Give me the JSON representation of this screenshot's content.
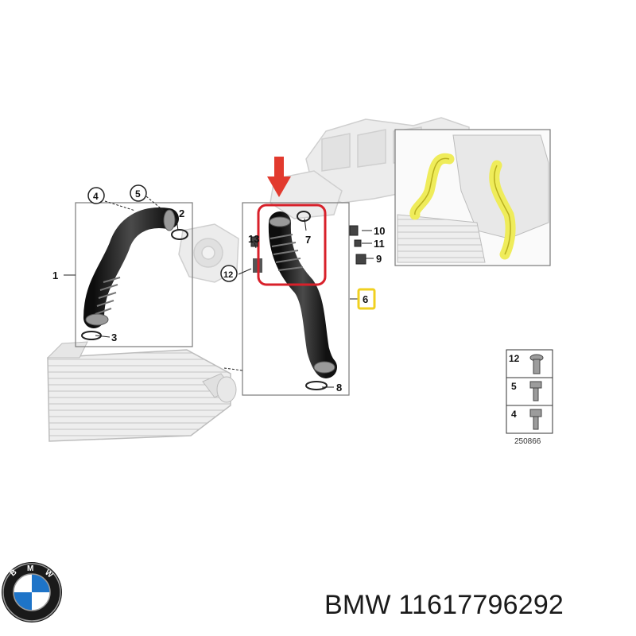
{
  "callouts": {
    "c1": "1",
    "c2": "2",
    "c3": "3",
    "c4": "4",
    "c5": "5",
    "c6": "6",
    "c7": "7",
    "c8": "8",
    "c9": "9",
    "c10": "10",
    "c11": "11",
    "c12": "12",
    "c13": "13"
  },
  "legend": {
    "rows": [
      {
        "label": "12",
        "icon": "short-screw-icon"
      },
      {
        "label": "5",
        "icon": "bolt-icon"
      },
      {
        "label": "4",
        "icon": "hex-bolt-icon"
      }
    ],
    "diagram_number": "250866"
  },
  "caption": {
    "brand": "BMW",
    "part_number": "11617796292"
  },
  "logo": {
    "name": "bmw-roundel",
    "letters": "BMW"
  },
  "highlight": {
    "arrow_color": "#e23a2e",
    "box_color": "#d8202a",
    "part6_border": "#f0d020",
    "yellow_pipe": "#efec5a"
  }
}
